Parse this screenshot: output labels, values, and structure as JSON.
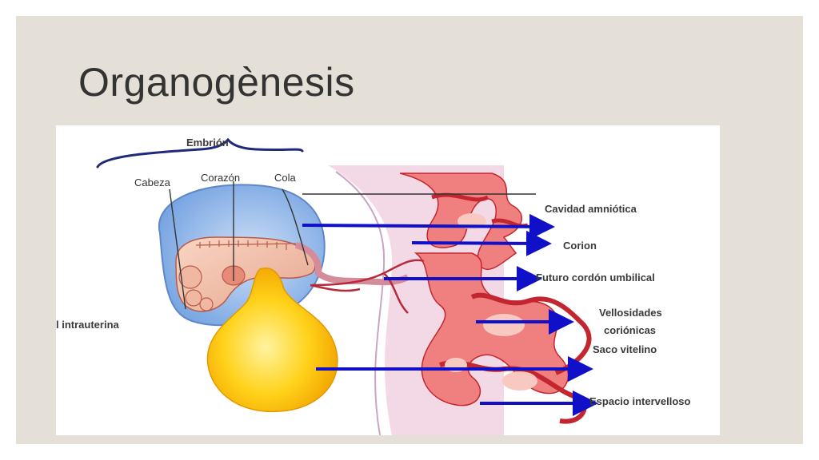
{
  "slide": {
    "title": "Organogènesis"
  },
  "diagram": {
    "labels": {
      "embrion": "Embrión",
      "cabeza": "Cabeza",
      "corazon": "Corazón",
      "cola": "Cola",
      "cavidad_amniotica": "Cavidad amniótica",
      "corion": "Corion",
      "futuro_cordon": "Futuro cordón umbilical",
      "vellosidades_1": "Vellosidades",
      "vellosidades_2": "coriónicas",
      "saco_vitelino": "Saco vitelino",
      "espacio_intervelloso": "Espacio intervelloso",
      "intrauterina": "l intrauterina"
    },
    "colors": {
      "slide_bg": "#e5e0d7",
      "title": "#333333",
      "arrow": "#1010c8",
      "amnion_blue": "#8fb4e6",
      "yolk_yellow": "#ffd21a",
      "tissue_red": "#e2424a",
      "tissue_pink": "#f7c9c0"
    }
  }
}
